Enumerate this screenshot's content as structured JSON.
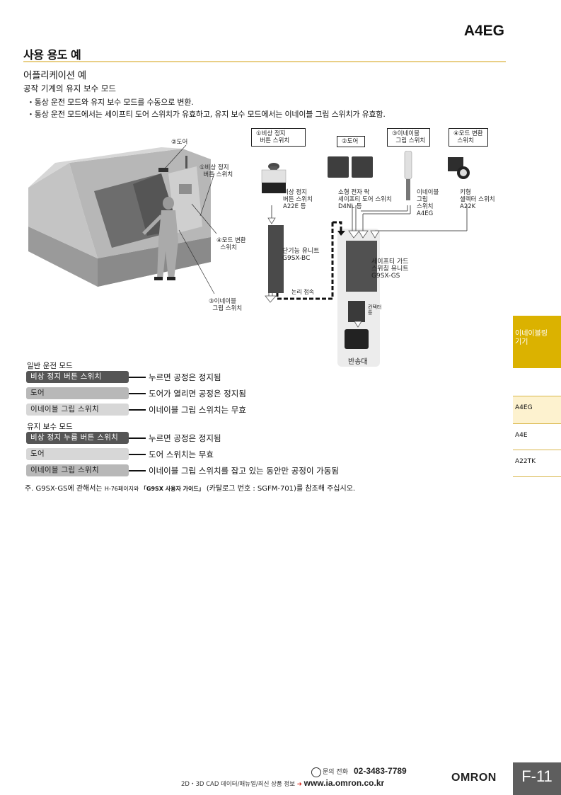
{
  "header": {
    "product_code": "A4EG"
  },
  "section": {
    "title": "사용 용도 예",
    "subtitle": "어플리케이션 예",
    "case_title": "공작 기계의 유지 보수 모드",
    "bullets": [
      "・통상 운전 모드와 유지 보수 모드를 수동으로 변환.",
      "・통상 운전 모드에서는 세이프티 도어 스위치가 유효하고, 유지 보수 모드에서는 이네이블 그립 스위치가 유효함."
    ]
  },
  "illustration": {
    "callouts": {
      "door": "②도어",
      "estop": "①비상 정지\n  버튼 스위치",
      "mode": "④모드 변환\n  스위치",
      "grip": "③이네이블\n  그립 스위치"
    }
  },
  "diagram": {
    "boxes": {
      "estop": "①비상 정지\n  버튼 스위치",
      "door": "②도어",
      "grip": "③이네이블\n  그립 스위치",
      "mode": "④모드 변환\n  스위치"
    },
    "products": {
      "estop": "비상 정지\n버튼 스위치\nA22E 등",
      "door": "소형 전자 락\n세이프티 도어 스위치\nD4NL 등",
      "grip": "이네이블\n그립\n스위치\nA4EG",
      "selector": "키형\n셀렉터 스위치\nA22K"
    },
    "units": {
      "bc": "단기능 유니트\nG9SX-BC",
      "gs": "세이프티 가드\n스위칭 유니트\nG9SX-GS",
      "logic": "논리 접속",
      "contactor": "컨택터\n등",
      "conveyor": "반송대"
    }
  },
  "modes": [
    {
      "label": "일반 운전 모드",
      "rows": [
        {
          "name": "비상 정지 버튼 스위치",
          "desc": "누르면 공정은 정지됨"
        },
        {
          "name": "도어",
          "desc": "도어가 열리면 공정은 정지됨"
        },
        {
          "name": "이네이블 그립 스위치",
          "desc": "이네이블 그립 스위치는 무효"
        }
      ]
    },
    {
      "label": "유지 보수 모드",
      "rows": [
        {
          "name": "비상 정지 누름 버튼 스위치",
          "desc": "누르면 공정은 정지됨"
        },
        {
          "name": "도어",
          "desc": "도어 스위치는 무효"
        },
        {
          "name": "이네이블 그립 스위치",
          "desc": "이네이블 그립 스위치를 잡고 있는 동안만 공정이 가동됨"
        }
      ]
    }
  ],
  "note": {
    "prefix": "주. G9SX-GS에 관해서는 ",
    "page_ref": "H-76페이지와 ",
    "guide": "「G9SX 사용자 가이드」",
    "suffix": " (카탈로그 번호 : SGFM-701)를 참조해 주십시오."
  },
  "sidebar": {
    "category": "이네이블링\n기기",
    "tabs": [
      {
        "label": "A4EG",
        "active": true
      },
      {
        "label": "A4E",
        "active": false
      },
      {
        "label": "A22TK",
        "active": false
      }
    ]
  },
  "footer": {
    "phone_label": "문의 전화",
    "phone": "02-3483-7789",
    "web_label": "2D・3D CAD 데이터/매뉴얼/최신 상품 정보 ",
    "web_arrow": "➜",
    "url": "www.ia.omron.co.kr",
    "brand": "OMRON",
    "page_number": "F-11"
  },
  "colors": {
    "accent_yellow": "#dbb200",
    "rule_yellow": "#e9cf86",
    "active_tab": "#fdf2cf",
    "page_box": "#5e5e5e",
    "pill_dark": "#555555",
    "pill_mid": "#b8b8b8",
    "pill_light": "#d7d7d7"
  }
}
